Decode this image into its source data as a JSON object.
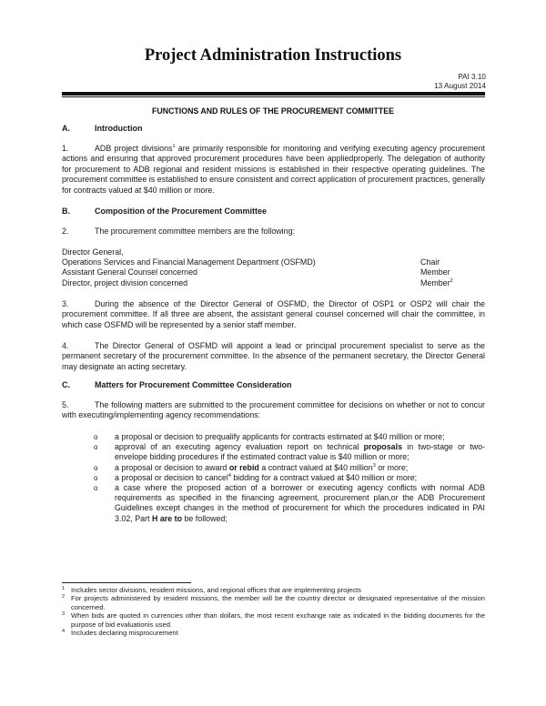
{
  "header": {
    "title": "Project Administration Instructions",
    "doc_code": "PAI 3.10",
    "date": "13 August 2014"
  },
  "section_heading": "FUNCTIONS AND RULES OF THE PROCUREMENT COMMITTEE",
  "sections": {
    "a": {
      "letter": "A.",
      "title": "Introduction",
      "para1": {
        "num": "1.",
        "text_before_fn": "ADB project divisions",
        "fn": "1",
        "text_after_fn": " are primarily responsible for monitoring and verifying executing agency procurement actions and ensuring that approved procurement procedures have been appliedproperly. The delegation of authority for procurement to ADB regional and resident missions is established in their respective operating guidelines. The procurement committee is established to ensure consistent and correct application of procurement practices, generally for contracts valued at $40 million or more."
      }
    },
    "b": {
      "letter": "B.",
      "title": "Composition of the Procurement Committee",
      "para2": {
        "num": "2.",
        "text": "The procurement committee members are the following:"
      },
      "members": [
        {
          "name": "Director General,",
          "role": ""
        },
        {
          "name": "Operations Services and Financial Management Department (OSFMD)",
          "role": "Chair"
        },
        {
          "name": "Assistant General Counsel concerned",
          "role": "Member"
        },
        {
          "name": "Director, project division concerned",
          "role": "Member",
          "fn": "2"
        }
      ],
      "para3": {
        "num": "3.",
        "text": "During the absence of the Director General of OSFMD, the Director of OSP1 or OSP2 will chair the procurement committee. If all three are absent, the assistant general counsel concerned will chair the committee, in which case OSFMD will be represented by a senior staff member."
      },
      "para4": {
        "num": "4.",
        "text": "The Director General of OSFMD will appoint a lead or principal procurement specialist to serve as the permanent secretary of the procurement committee. In the absence of the permanent secretary, the Director General may designate an acting secretary."
      }
    },
    "c": {
      "letter": "C.",
      "title": "Matters for Procurement Committee Consideration",
      "para5": {
        "num": "5.",
        "text": "The following matters are submitted to the procurement committee for decisions on whether or not to concur with executing/implementing agency recommendations:"
      },
      "bullet_mark": "o",
      "bullets": {
        "b1": "a proposal or decision to prequalify applicants for contracts estimated at $40 million or more;",
        "b2_pre": "approval of an executing agency evaluation report on technical ",
        "b2_bold": "proposals",
        "b2_post": " in two-stage or two-envelope bidding procedures if the estimated contract value is $40 million or more;",
        "b3_pre": "a proposal or decision to award ",
        "b3_bold": "or rebid",
        "b3_mid": " a contract valued at $40 million",
        "b3_fn": "3",
        "b3_post": " or more;",
        "b4_pre": "a proposal or decision to cancel",
        "b4_fn": "4",
        "b4_post": " bidding for a contract valued at $40 million or more;",
        "b5_pre": "a case where the proposed action of a borrower or executing agency conflicts with  normal ADB requirements as specified in the financing agreement, procurement plan,or the ADB Procurement Guidelines except changes in the method of procurement for which the procedures indicated in PAI 3.02, Part ",
        "b5_bold": "H are to",
        "b5_post": " be followed;"
      }
    }
  },
  "footnotes": [
    {
      "num": "1",
      "text": "Includes sector divisions, resident missions, and regional offices that are implementing projects"
    },
    {
      "num": "2",
      "text": "For projects administered by resident missions, the member will be the country director or designated representative of the mission concerned."
    },
    {
      "num": "3",
      "text": "When bids are quoted in currencies other than dollars, the most recent exchange rate as indicated in the bidding documents for the purpose of bid evaluationis used."
    },
    {
      "num": "4",
      "text": "Includes declaring misprocurement"
    }
  ]
}
